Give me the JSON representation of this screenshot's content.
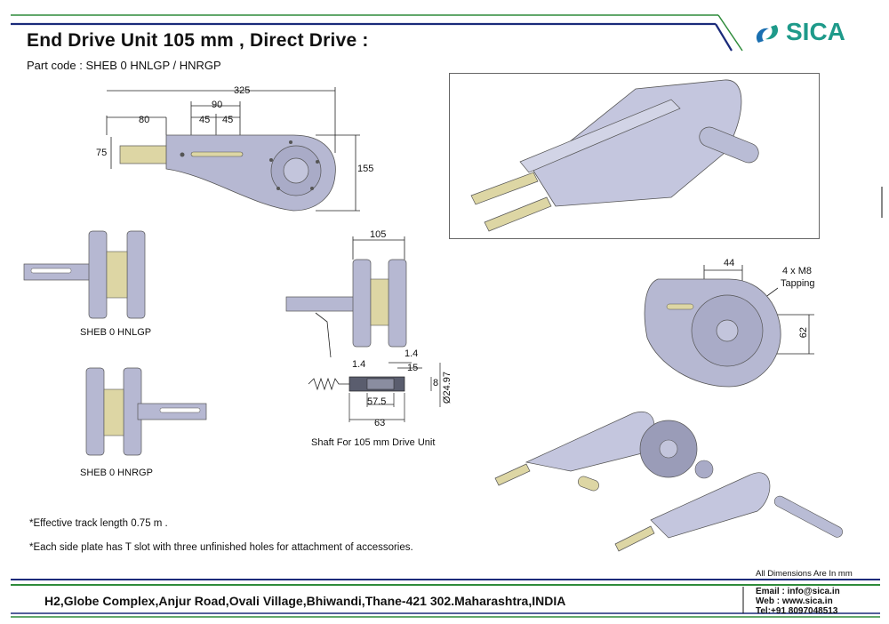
{
  "header": {
    "title": "End Drive Unit 105 mm , Direct Drive :",
    "part_code": "Part code : SHEB 0 HNLGP / HNRGP",
    "logo_text": "SICA",
    "accent_color": "#1e9a8a",
    "line_color_green": "#2e8b3a",
    "line_color_navy": "#1a2a7a"
  },
  "drawing": {
    "dims_top": [
      "325",
      "90",
      "80",
      "45",
      "45",
      "75",
      "155"
    ],
    "dims_side": [
      "105"
    ],
    "dims_face": [
      "44",
      "4 x M8",
      "Tapping",
      "62"
    ],
    "dims_shaft": [
      "1.4",
      "1.4",
      "15",
      "8",
      "57.5",
      "63",
      "Ø24.97"
    ],
    "label_left": "SHEB 0 HNLGP",
    "label_right": "SHEB 0 HNRGP",
    "label_shaft": "Shaft For 105 mm Drive Unit"
  },
  "notes": [
    "*Effective track length 0.75 m .",
    "*Each side plate has T slot with three unfinished holes for attachment of accessories."
  ],
  "footer": {
    "all_dimensions": "All Dimensions Are In mm",
    "address": "H2,Globe Complex,Anjur Road,Ovali Village,Bhiwandi,Thane-421 302.Maharashtra,INDIA",
    "email": "Email : info@sica.in",
    "web": "Web : www.sica.in",
    "tel": "Tel:+91 8097048513"
  }
}
